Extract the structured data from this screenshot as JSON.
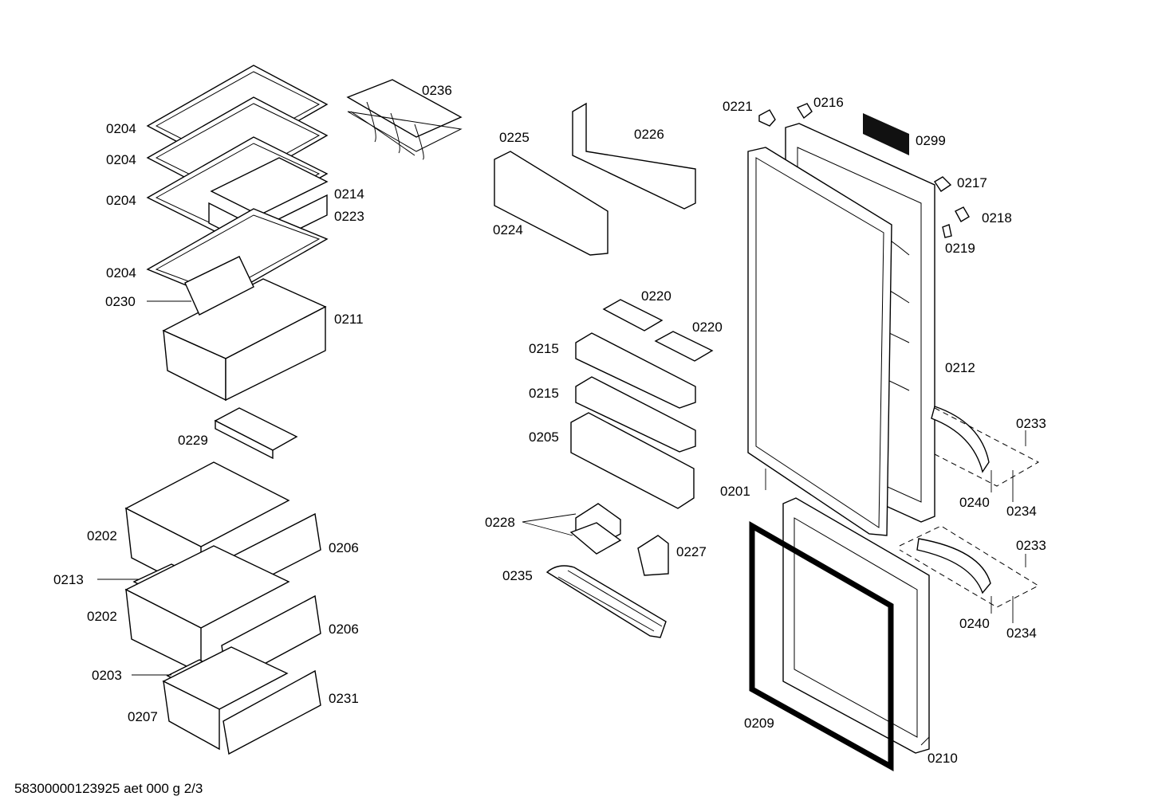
{
  "labels": {
    "l0204a": "0204",
    "l0204b": "0204",
    "l0204c": "0204",
    "l0204d": "0204",
    "l0236": "0236",
    "l0214": "0214",
    "l0223": "0223",
    "l0230": "0230",
    "l0211": "0211",
    "l0229": "0229",
    "l0202a": "0202",
    "l0206a": "0206",
    "l0213": "0213",
    "l0202b": "0202",
    "l0206b": "0206",
    "l0203": "0203",
    "l0231": "0231",
    "l0207": "0207",
    "l0225": "0225",
    "l0226": "0226",
    "l0224": "0224",
    "l0220a": "0220",
    "l0220b": "0220",
    "l0215a": "0215",
    "l0215b": "0215",
    "l0205": "0205",
    "l0228": "0228",
    "l0227": "0227",
    "l0235": "0235",
    "l0221": "0221",
    "l0216": "0216",
    "l0299": "0299",
    "l0217": "0217",
    "l0218": "0218",
    "l0219": "0219",
    "l0212": "0212",
    "l0233a": "0233",
    "l0240a": "0240",
    "l0234a": "0234",
    "l0201": "0201",
    "l0233b": "0233",
    "l0240b": "0240",
    "l0234b": "0234",
    "l0209": "0209",
    "l0210": "0210"
  },
  "footer": "58300000123925 aet 000 g 2/3"
}
